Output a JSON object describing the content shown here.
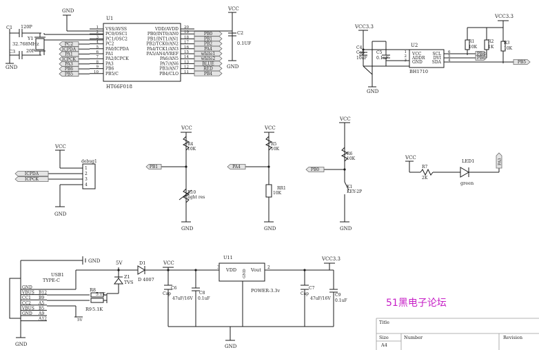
{
  "colors": {
    "background": "#ffffff",
    "wire": "#1a1a1a",
    "netflag": "#e4e4e4",
    "watermark": "#c61ec6"
  },
  "watermark": "51黑电子论坛",
  "power": {
    "gnd": "GND",
    "vcc": "VCC",
    "vcc33": "VCC3.3",
    "v5": "5V"
  },
  "mcu": {
    "ref": "U1",
    "part": "HT66F018",
    "pins_left": [
      {
        "num": "1",
        "name": "VSS/AVSS"
      },
      {
        "num": "2",
        "name": "PC0/OSC1"
      },
      {
        "num": "3",
        "name": "PC1/OSC2"
      },
      {
        "num": "4",
        "name": "PC2"
      },
      {
        "num": "5",
        "name": "PA0/ICPDA"
      },
      {
        "num": "6",
        "name": "PA1"
      },
      {
        "num": "7",
        "name": "PA2/ICPCK"
      },
      {
        "num": "8",
        "name": "PA3"
      },
      {
        "num": "9",
        "name": "PB6"
      },
      {
        "num": "10",
        "name": "PB5/C"
      }
    ],
    "pins_right": [
      {
        "num": "20",
        "name": "VDD/AVDD"
      },
      {
        "num": "19",
        "name": "PB0/INT0/AN0"
      },
      {
        "num": "18",
        "name": "PB1/INT1/AN1"
      },
      {
        "num": "17",
        "name": "PB2/TCK0/AN2"
      },
      {
        "num": "16",
        "name": "PA4/TCK1/AN3"
      },
      {
        "num": "15",
        "name": "PA5/AN4/VREF"
      },
      {
        "num": "14",
        "name": "PA6/AN5"
      },
      {
        "num": "13",
        "name": "PA7/AN6"
      },
      {
        "num": "12",
        "name": "PB3/AN7"
      },
      {
        "num": "11",
        "name": "PB4/CLO"
      }
    ],
    "nets_left": [
      "PC2",
      "ICPDA",
      "PA1",
      "ICPCK",
      "PA3",
      "PB6",
      "PB5"
    ],
    "nets_right": [
      "PB0",
      "PB1",
      "PB2",
      "PA4",
      "white1",
      "white2",
      "BLUE",
      "RED",
      "PB4"
    ],
    "c1": {
      "ref": "C1",
      "value": "120P"
    },
    "c3": {
      "ref": "C3",
      "value": "20P"
    },
    "y1": {
      "ref": "Y1",
      "value": "32.768MHz"
    },
    "c2": {
      "ref": "C2",
      "value": "0.1UF"
    }
  },
  "sensor": {
    "ref": "U2",
    "part": "BH1710",
    "pins_left": [
      {
        "num": "1",
        "name": "VCC"
      },
      {
        "num": "2",
        "name": "ADDR"
      },
      {
        "num": "3",
        "name": "GND"
      }
    ],
    "pins_right": [
      {
        "num": "6",
        "name": "SCL"
      },
      {
        "num": "5",
        "name": "DVI"
      },
      {
        "num": "4",
        "name": "SDA"
      }
    ],
    "c4": {
      "ref": "C4",
      "type": "Cap",
      "value": "10uF"
    },
    "c5": {
      "ref": "C5",
      "value": "0.1uF"
    },
    "r1": {
      "ref": "R1",
      "value": "10K"
    },
    "r2": {
      "ref": "R2",
      "value": "1K"
    },
    "r3": {
      "ref": "R3",
      "value": "10K"
    },
    "nets": [
      "PB4",
      "PB6",
      "PB5"
    ]
  },
  "debug": {
    "ref": "debug1",
    "pins": [
      "1",
      "2",
      "3",
      "4"
    ],
    "nets": [
      "ICPDA",
      "ICPCK"
    ]
  },
  "lightres": {
    "r4": {
      "ref": "R4",
      "value": "10K"
    },
    "r10": {
      "ref": "R10",
      "value": "light res"
    },
    "net": "PB1"
  },
  "rr1": {
    "r5": {
      "ref": "R5",
      "value": "10K"
    },
    "rr1": {
      "ref": "RR1",
      "value": "10K"
    },
    "net": "PA4"
  },
  "key": {
    "r6": {
      "ref": "R6",
      "value": "10K"
    },
    "k1": {
      "ref": "K1",
      "value": "KEY-2P"
    },
    "net": "PB0"
  },
  "led": {
    "r7": {
      "ref": "R7",
      "value": "2K"
    },
    "led1": {
      "ref": "LED1",
      "value": "green"
    },
    "net": "PA3"
  },
  "usb": {
    "ref": "USB1",
    "type": "TYPE-C",
    "pins": [
      {
        "name": "GND",
        "num": ""
      },
      {
        "name": "VBUS",
        "num": "B12"
      },
      {
        "name": "CC1",
        "num": "B9"
      },
      {
        "name": "CC2",
        "num": "A5"
      },
      {
        "name": "VBUS",
        "num": "B5"
      },
      {
        "name": "GND",
        "num": "A9"
      },
      {
        "name": "",
        "num": "A12"
      }
    ],
    "r8": {
      "ref": "R8",
      "value": "5.1K"
    },
    "r9": {
      "ref": "R9",
      "value": "5.1K"
    },
    "d1": {
      "ref": "D1",
      "value": "D 4007"
    },
    "z1": {
      "ref": "Z1",
      "value": "TVS"
    },
    "v5v": "5V"
  },
  "reg": {
    "ref": "U11",
    "vdd": "VDD",
    "gnd": "GND",
    "vout": "Vout",
    "pin3": "3",
    "pin2": "2",
    "name": "POWER-3.3v",
    "c6": {
      "ref": "C6",
      "type": "Cap",
      "value": "47uF/16V"
    },
    "c8": {
      "ref": "C8",
      "value": "0.1uF"
    },
    "c7": {
      "ref": "C7",
      "type": "Cap",
      "value": "47uF/16V"
    },
    "c9": {
      "ref": "C9",
      "value": "0.1uF"
    }
  },
  "titleblock": {
    "title": "Title",
    "size_label": "Size",
    "size_value": "A4",
    "number_label": "Number",
    "revision_label": "Revision"
  }
}
